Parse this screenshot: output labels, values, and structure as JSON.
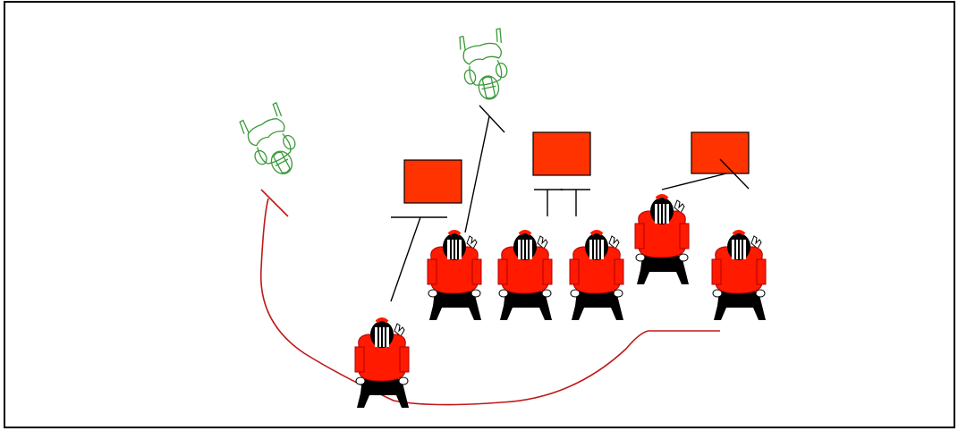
{
  "diagram": {
    "kind": "football-play-diagram",
    "colors": {
      "background": "#ffffff",
      "border": "#000000",
      "offense_jersey": "#ff1a00",
      "offense_pants": "#000000",
      "defense_outline": "#3a9a3a",
      "block_box": "#ff3300",
      "route_line": "#c01818",
      "block_line": "#000000"
    },
    "offense_players": [
      {
        "id": "qb",
        "role": "quarterback"
      },
      {
        "id": "lt",
        "role": "left-tackle"
      },
      {
        "id": "lg",
        "role": "left-guard"
      },
      {
        "id": "c",
        "role": "center"
      },
      {
        "id": "rg",
        "role": "right-guard"
      },
      {
        "id": "rt",
        "role": "right-tackle"
      }
    ],
    "defense_players": [
      {
        "id": "lb-left",
        "role": "linebacker"
      },
      {
        "id": "lb-middle",
        "role": "linebacker"
      }
    ],
    "blocking_boxes": [
      {
        "id": "box-left"
      },
      {
        "id": "box-middle"
      },
      {
        "id": "box-right"
      }
    ]
  }
}
